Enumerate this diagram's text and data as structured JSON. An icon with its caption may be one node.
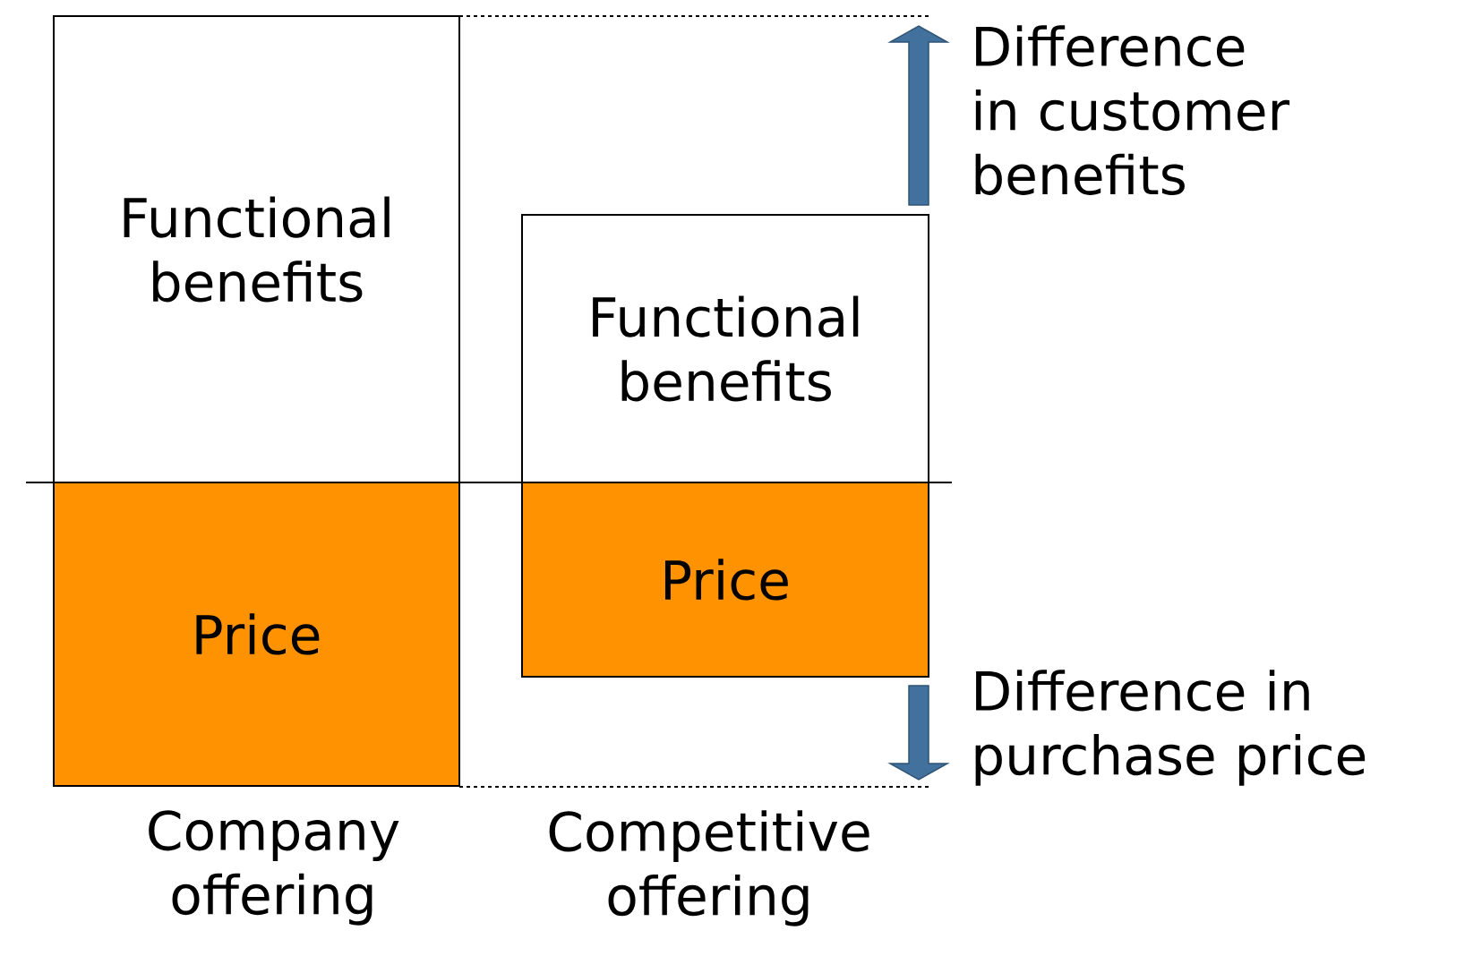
{
  "diagram": {
    "nodes": [
      {
        "text": [
          "Functional benefits"
        ]
      },
      {
        "text": [
          "Price"
        ],
        "beside": [
          "Company offering"
        ]
      },
      {
        "text": [
          "Functional benefits"
        ]
      },
      {
        "text": [
          "Price"
        ],
        "beside": [
          "Competitive offering"
        ]
      }
    ],
    "labels": [
      "Difference in customer benefits",
      "Difference in purchase price"
    ]
  }
}
